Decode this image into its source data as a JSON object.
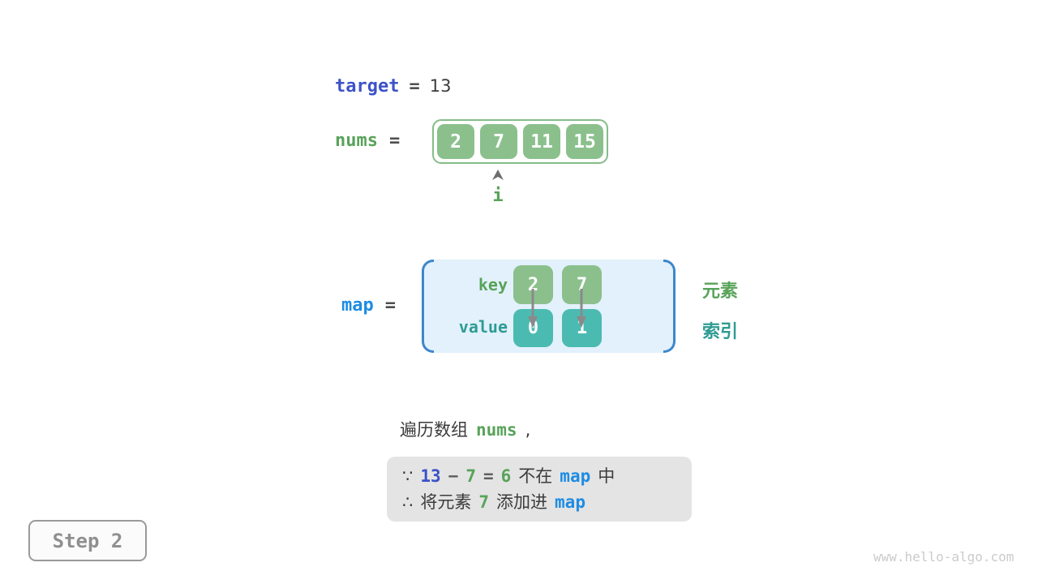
{
  "colors": {
    "target_indigo": "#3C52C8",
    "map_azure": "#1E8CE3",
    "green_text": "#58A35A",
    "teal_text": "#2E9C93",
    "array_box_green": "#8BC08D",
    "value_box_teal": "#4BBBB2",
    "map_background_blue": "#E2F1FB",
    "map_bracket_blue": "#3E87CC",
    "note_background_gray": "#E4E4E4",
    "dark_text": "#3B3B3B"
  },
  "target_line": {
    "var": "target",
    "eq": "=",
    "value": "13"
  },
  "nums_line": {
    "var": "nums",
    "eq": "=",
    "cells": [
      "2",
      "7",
      "11",
      "15"
    ],
    "pointer_label": "i"
  },
  "map_section": {
    "var": "map",
    "eq": "=",
    "key_label": "key",
    "value_label": "value",
    "keys": [
      "2",
      "7"
    ],
    "values": [
      "0",
      "1"
    ],
    "element_label": "元素",
    "index_label": "索引"
  },
  "caption": {
    "prefix": "遍历数组",
    "code": "nums",
    "comma": ","
  },
  "note": {
    "because": "∵",
    "minuend": "13",
    "minus": "−",
    "subtrahend": "7",
    "eq": "=",
    "difference": "6",
    "not_in": "不在",
    "map_ref1": "map",
    "zhong": "中",
    "therefore": "∴",
    "add_prefix": "将元素",
    "element": "7",
    "add_verb": "添加进",
    "map_ref2": "map"
  },
  "step_badge": "Step 2",
  "watermark": "www.hello-algo.com"
}
